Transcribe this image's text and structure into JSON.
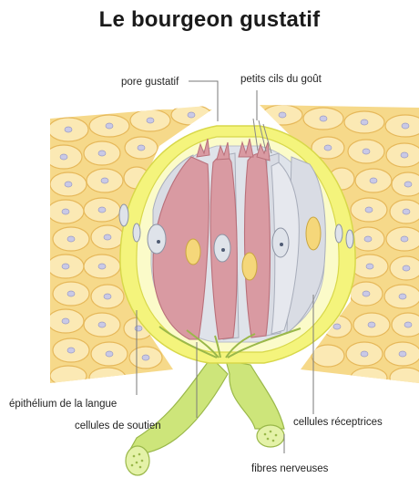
{
  "title": "Le bourgeon gustatif",
  "labels": {
    "pore": "pore gustatif",
    "cils": "petits cils du goût",
    "epithelium": "épithélium de la langue",
    "soutien": "cellules de soutien",
    "receptrices": "cellules réceptrices",
    "fibres": "fibres nerveuses"
  },
  "colors": {
    "epithelium_cell": "#f6d98a",
    "epithelium_cell_light": "#fbe9b4",
    "nucleus": "#c9c9e6",
    "capsule": "#f4f47c",
    "receptor_cell": "#d99aa2",
    "support_cell": "#d9dce4",
    "nerve": "#cde57a",
    "leader": "#7a7a7a"
  }
}
